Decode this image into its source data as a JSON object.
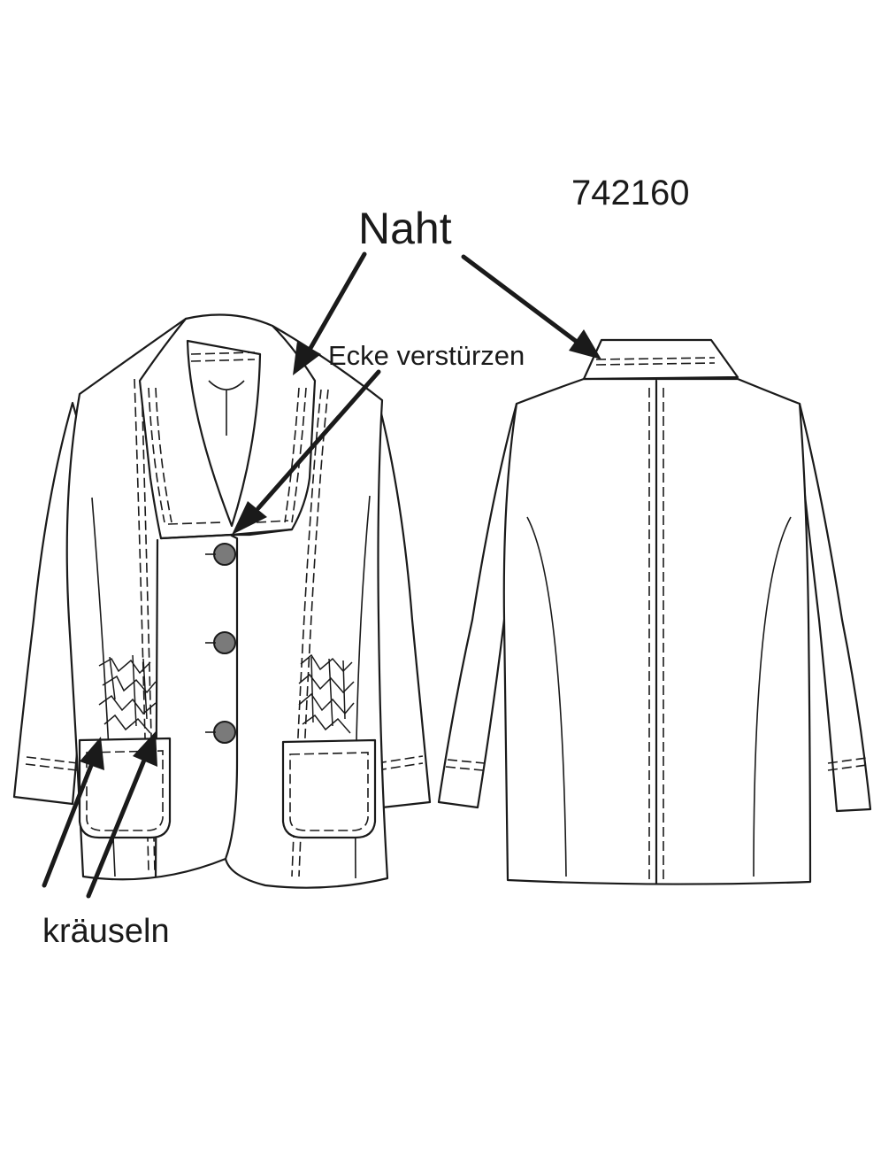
{
  "labels": {
    "model_number": "742160",
    "seam": "Naht",
    "corner": "Ecke verstürzen",
    "gather": "kräuseln"
  }
}
